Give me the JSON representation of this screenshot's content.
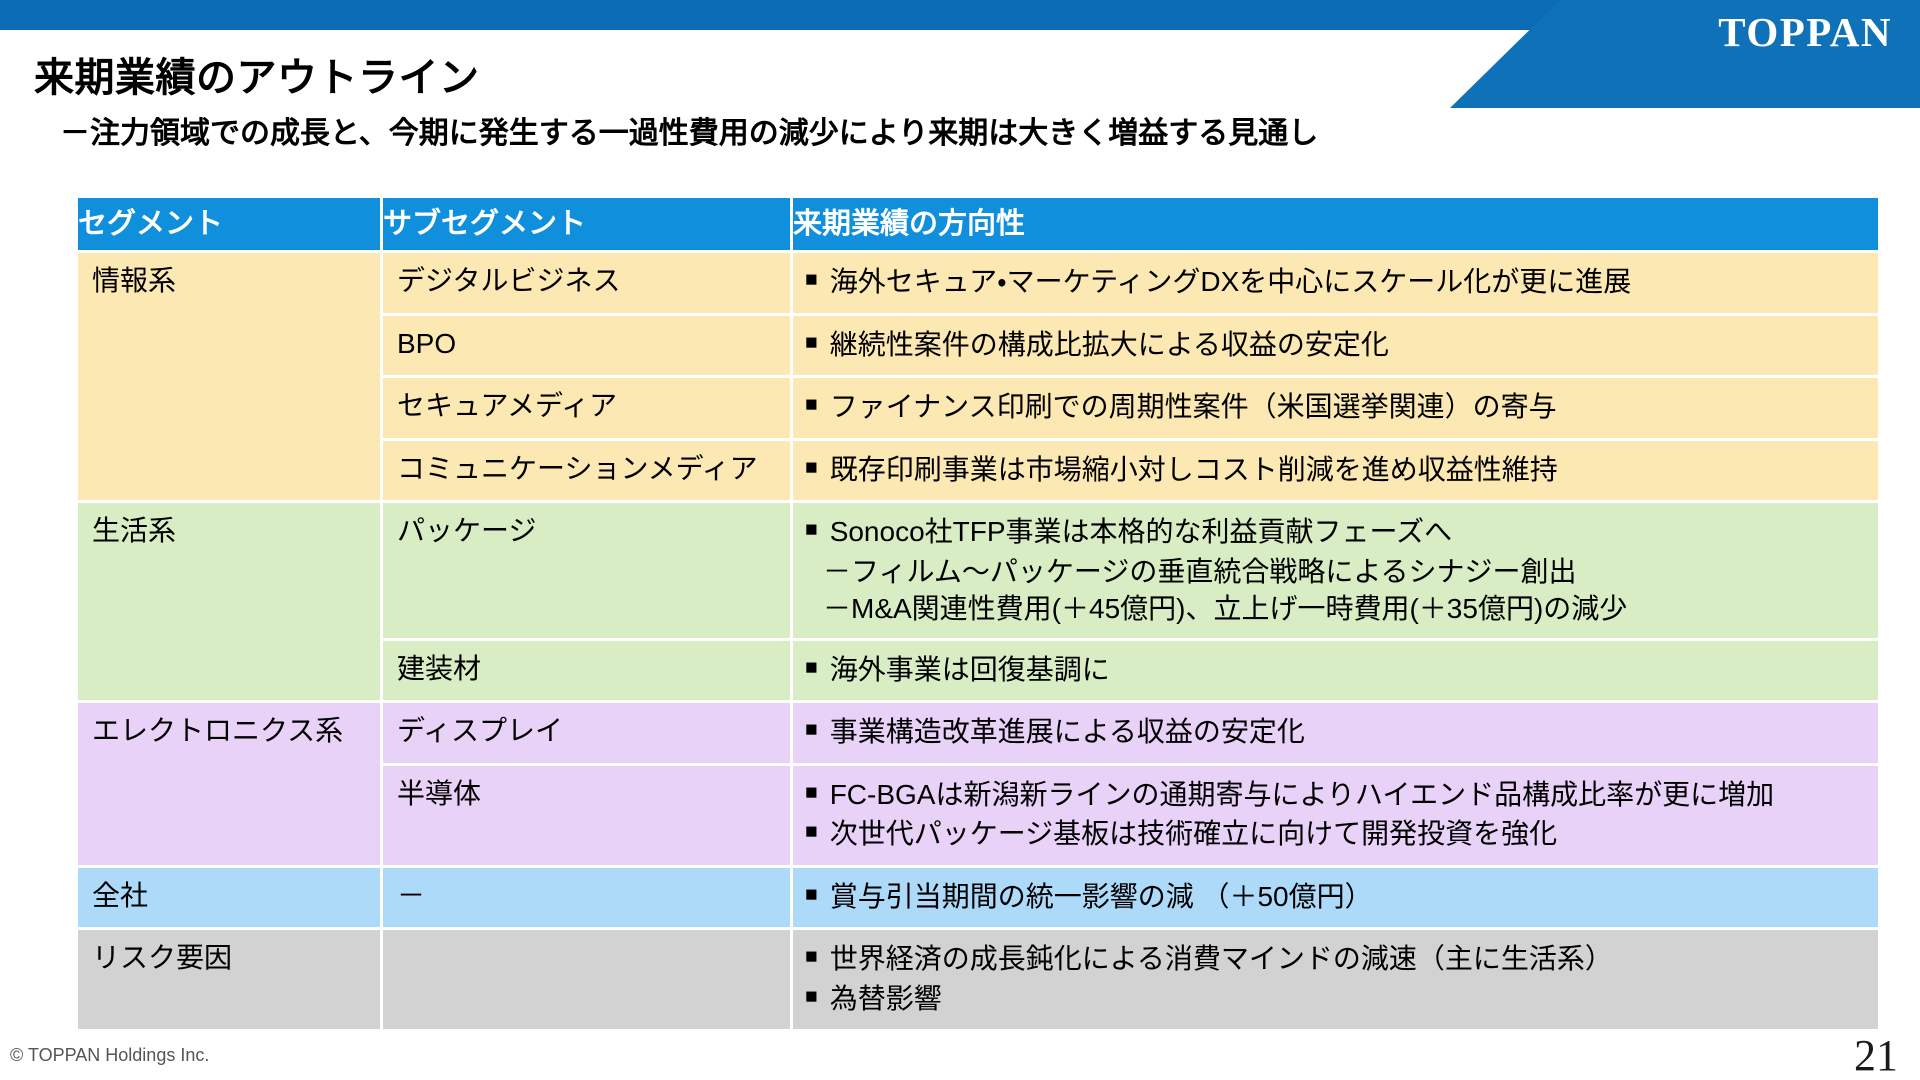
{
  "header": {
    "logo_text": "TOPPAN",
    "banner_color": "#0b6cb5",
    "flag_color": "#0f72b8"
  },
  "title": "来期業績のアウトライン",
  "subtitle": "－注力領域での成長と、今期に発生する一過性費用の減少により来期は大きく増益する見通し",
  "table": {
    "header_color": "#0f8fdc",
    "columns": [
      {
        "label": "セグメント"
      },
      {
        "label": "サブセグメント"
      },
      {
        "label": "来期業績の方向性"
      }
    ],
    "rows": [
      {
        "segment": "情報系",
        "color": "#fce8b2",
        "subrows": [
          {
            "sub": "デジタルビジネス",
            "bullets": [
              "海外セキュア・マーケティングDXを中心にスケール化が更に進展"
            ],
            "extras": []
          },
          {
            "sub": "BPO",
            "bullets": [
              "継続性案件の構成比拡大による収益の安定化"
            ],
            "extras": []
          },
          {
            "sub": "セキュアメディア",
            "bullets": [
              "ファイナンス印刷での周期性案件（米国選挙関連）の寄与"
            ],
            "extras": []
          },
          {
            "sub": "コミュニケーションメディア",
            "bullets": [
              "既存印刷事業は市場縮小対しコスト削減を進め収益性維持"
            ],
            "extras": []
          }
        ]
      },
      {
        "segment": "生活系",
        "color": "#d8edc4",
        "subrows": [
          {
            "sub": "パッケージ",
            "bullets": [
              "Sonoco社TFP事業は本格的な利益貢献フェーズへ"
            ],
            "extras": [
              "－フィルム～パッケージの垂直統合戦略によるシナジー創出",
              "－M&A関連性費用(＋45億円)、立上げ一時費用(＋35億円)の減少"
            ]
          },
          {
            "sub": "建装材",
            "bullets": [
              "海外事業は回復基調に"
            ],
            "extras": []
          }
        ]
      },
      {
        "segment": "エレクトロニクス系",
        "color": "#e8d2f8",
        "subrows": [
          {
            "sub": "ディスプレイ",
            "bullets": [
              "事業構造改革進展による収益の安定化"
            ],
            "extras": []
          },
          {
            "sub": "半導体",
            "bullets": [
              "FC-BGAは新潟新ラインの通期寄与によりハイエンド品構成比率が更に増加",
              "次世代パッケージ基板は技術確立に向けて開発投資を強化"
            ],
            "extras": []
          }
        ]
      },
      {
        "segment": "全社",
        "color": "#aedafa",
        "subrows": [
          {
            "sub": "－",
            "bullets": [
              "賞与引当期間の統一影響の減 （＋50億円）"
            ],
            "extras": []
          }
        ]
      },
      {
        "segment": "リスク要因",
        "color": "#d2d2d2",
        "subrows": [
          {
            "sub": "",
            "bullets": [
              "世界経済の成長鈍化による消費マインドの減速（主に生活系）",
              "為替影響"
            ],
            "extras": []
          }
        ]
      }
    ]
  },
  "footer": {
    "copyright": "© TOPPAN Holdings Inc.",
    "page_number": "21"
  },
  "bullet_glyph": "■"
}
